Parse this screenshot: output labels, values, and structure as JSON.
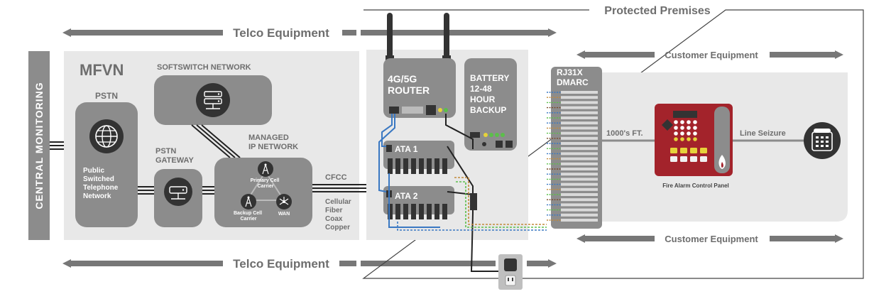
{
  "labels": {
    "central_monitoring": "CENTRAL MONITORING",
    "protected_premises": "Protected Premises",
    "telco_equipment_top": "Telco Equipment",
    "telco_equipment_bottom": "Telco Equipment",
    "customer_equipment_top": "Customer Equipment",
    "customer_equipment_bottom": "Customer Equipment",
    "mfvn": "MFVN",
    "pstn": "PSTN",
    "pstn_desc": [
      "Public",
      "Switched",
      "Telephone",
      "Network"
    ],
    "softswitch": "SOFTSWITCH NETWORK",
    "pstn_gateway": [
      "PSTN",
      "GATEWAY"
    ],
    "managed_ip": [
      "MANAGED",
      "IP NETWORK"
    ],
    "primary_cell": [
      "Primary Cell",
      "Carrier"
    ],
    "backup_cell": [
      "Backup Cell",
      "Carrier"
    ],
    "wan": "WAN",
    "cfcc": "CFCC",
    "cfcc_desc": [
      "Cellular",
      "Fiber",
      "Coax",
      "Copper"
    ],
    "router": [
      "4G/5G",
      "ROUTER"
    ],
    "battery": [
      "BATTERY",
      "12-48",
      "HOUR",
      "BACKUP"
    ],
    "ata1": "ATA 1",
    "ata2": "ATA 2",
    "dmarc": [
      "RJ31X",
      "DMARC"
    ],
    "distance": "1000's FT.",
    "line_seizure": "Line Seizure",
    "facp": "Fire Alarm Control Panel"
  },
  "colors": {
    "panel_bg": "#e8e8e8",
    "device_gray": "#8c8c8c",
    "dark_gray": "#555555",
    "fire_red": "#a3232b",
    "connector_blue": "#3a78c2"
  },
  "icons": [
    "globe-icon",
    "server-icon",
    "gateway-icon",
    "cell-tower-icon",
    "wan-icon",
    "telephone-icon",
    "flame-icon",
    "antenna-icon",
    "power-outlet-icon"
  ]
}
